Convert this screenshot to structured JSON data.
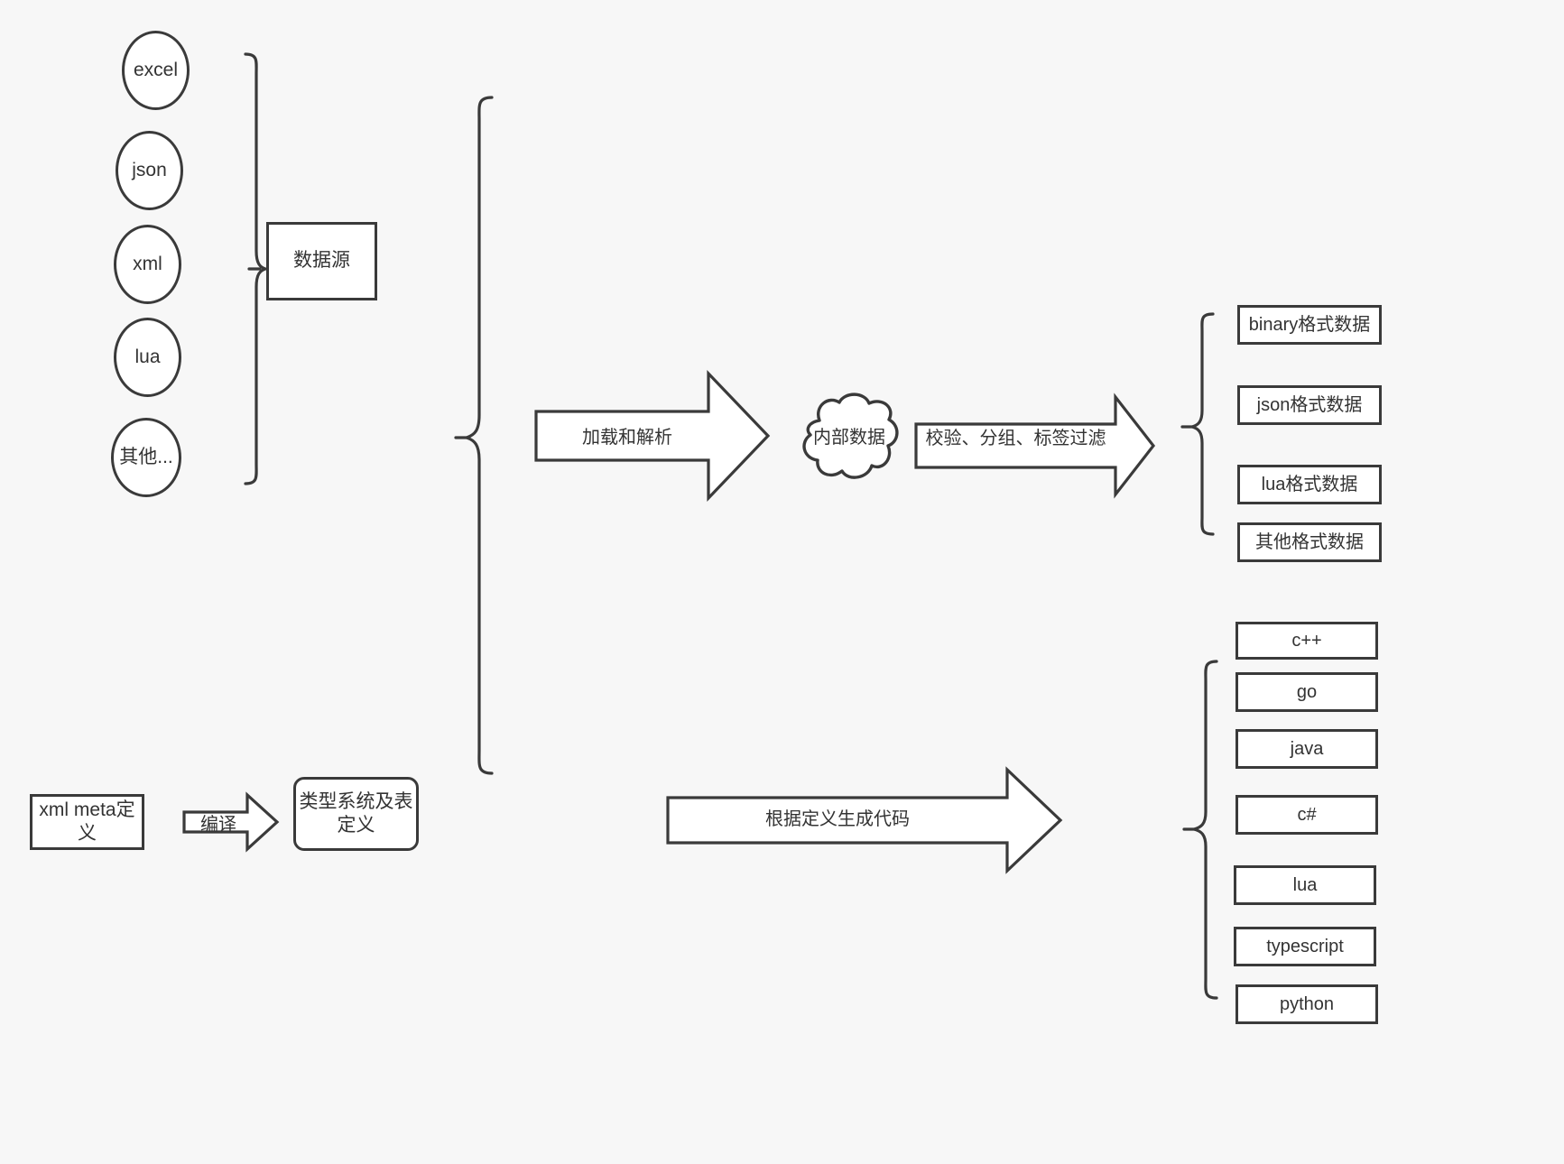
{
  "diagram": {
    "title": "data pipeline and codegen diagram",
    "background_color": "#f7f7f7",
    "stroke_color": "#3a3a3a",
    "text_color": "#333333",
    "fill_color": "#ffffff"
  },
  "sources": {
    "items": [
      {
        "label": "excel"
      },
      {
        "label": "json"
      },
      {
        "label": "xml"
      },
      {
        "label": "lua"
      },
      {
        "label": "其他..."
      }
    ],
    "group_label": "数据源"
  },
  "meta": {
    "definition_label": "xml meta定义",
    "compile_label": "编译",
    "type_system_label": "类型系统及表\n定义"
  },
  "pipeline": {
    "load_parse_label": "加载和解析",
    "internal_data_label": "内部数据",
    "filter_label": "校验、分组、标签过滤",
    "codegen_label": "根据定义生成代码"
  },
  "outputs": {
    "formats": [
      {
        "label": "binary格式数据"
      },
      {
        "label": "json格式数据"
      },
      {
        "label": "lua格式数据"
      },
      {
        "label": "其他格式数据"
      }
    ],
    "languages": [
      {
        "label": "c++"
      },
      {
        "label": "go"
      },
      {
        "label": "java"
      },
      {
        "label": "c#"
      },
      {
        "label": "lua"
      },
      {
        "label": "typescript"
      },
      {
        "label": "python"
      }
    ]
  }
}
